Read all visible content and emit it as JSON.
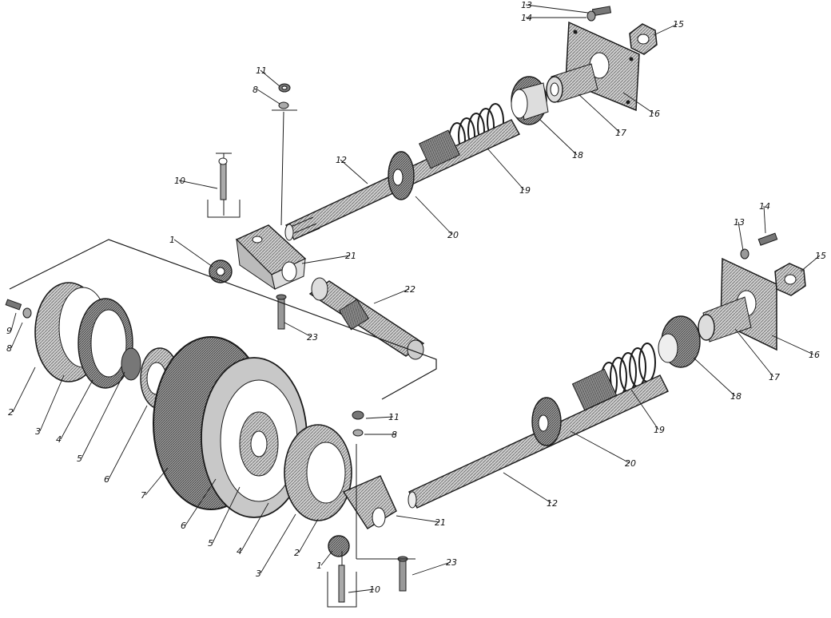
{
  "callouts": {
    "upper_axle": [
      "13",
      "14",
      "15",
      "16",
      "17",
      "18",
      "19",
      "20",
      "12",
      "11",
      "8",
      "10",
      "1",
      "21",
      "22",
      "23"
    ],
    "lower_axle": [
      "13",
      "14",
      "15",
      "16",
      "17",
      "18",
      "19",
      "20",
      "12"
    ],
    "hub": [
      "9",
      "8",
      "2",
      "3",
      "4",
      "5",
      "6",
      "7",
      "6",
      "5",
      "4",
      "3",
      "2",
      "1",
      "10",
      "11",
      "8",
      "21",
      "23"
    ]
  },
  "colors": {
    "ink": "#1a1a1a",
    "paper": "#ffffff",
    "shade": "#8a8a8a"
  }
}
